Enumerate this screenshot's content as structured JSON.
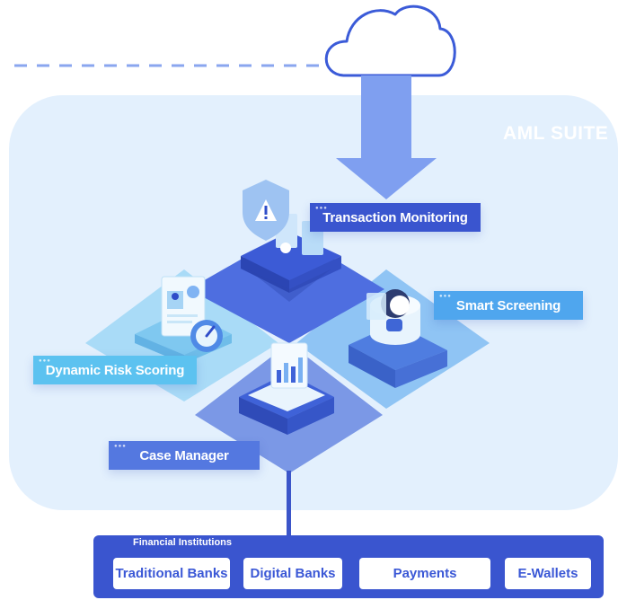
{
  "suite": {
    "title": "AML SUITE",
    "modules": {
      "transaction_monitoring": "Transaction Monitoring",
      "smart_screening": "Smart Screening",
      "dynamic_risk_scoring": "Dynamic Risk Scoring",
      "case_manager": "Case Manager"
    }
  },
  "financial_institutions": {
    "title": "Financial Institutions",
    "items": [
      "Traditional Banks",
      "Digital Banks",
      "Payments",
      "E-Wallets"
    ]
  },
  "colors": {
    "suite_bg": "#e3f0fd",
    "accent_dark": "#3a55cf",
    "accent_light": "#4fa6ee",
    "arrow": "#7f9ff0",
    "cloud_outline": "#3b5bd8"
  }
}
